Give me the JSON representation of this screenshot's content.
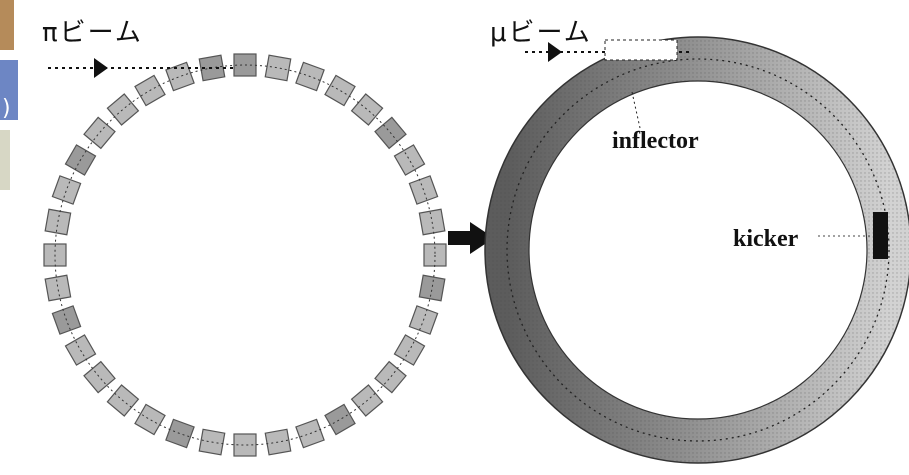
{
  "diagram": {
    "left": {
      "beam_label": "πビーム",
      "caption": "",
      "segment_count": 36
    },
    "right": {
      "beam_label": "μビーム",
      "inflector_label": "inflector",
      "kicker_label": "kicker",
      "caption": ""
    },
    "transition_arrow": "right-arrow-icon",
    "colors": {
      "ink": "#111111",
      "segment_fill": "#b9b9b9",
      "segment_stroke": "#555555",
      "ring_dark": "#6b6b6b",
      "ring_light": "#cfcfcf",
      "kicker": "#111111"
    }
  }
}
